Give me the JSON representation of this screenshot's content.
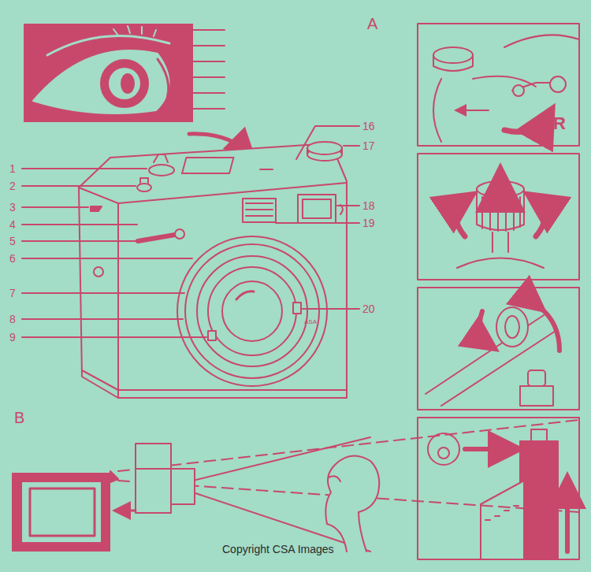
{
  "diagram": {
    "labels": [
      "A",
      "16",
      "17",
      "1",
      "2",
      "3",
      "18",
      "4",
      "19",
      "5",
      "6",
      "7",
      "8",
      "20",
      "9",
      "R",
      "ASA",
      "B",
      "Copyright CSA Images"
    ]
  }
}
